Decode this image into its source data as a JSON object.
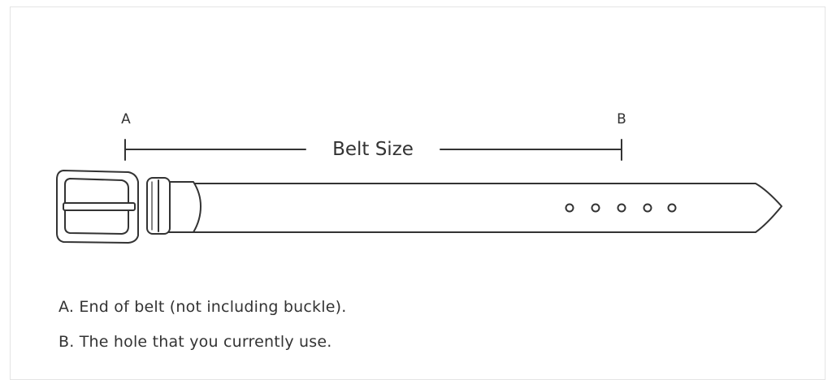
{
  "diagram": {
    "marker_a": "A",
    "marker_b": "B",
    "dimension_label": "Belt Size",
    "hole_count": 5
  },
  "captions": {
    "a": "A. End of belt (not including buckle).",
    "b": "B. The hole that you currently use."
  },
  "colors": {
    "line": "#333333",
    "frame": "#e4e4e4",
    "background": "#ffffff"
  }
}
